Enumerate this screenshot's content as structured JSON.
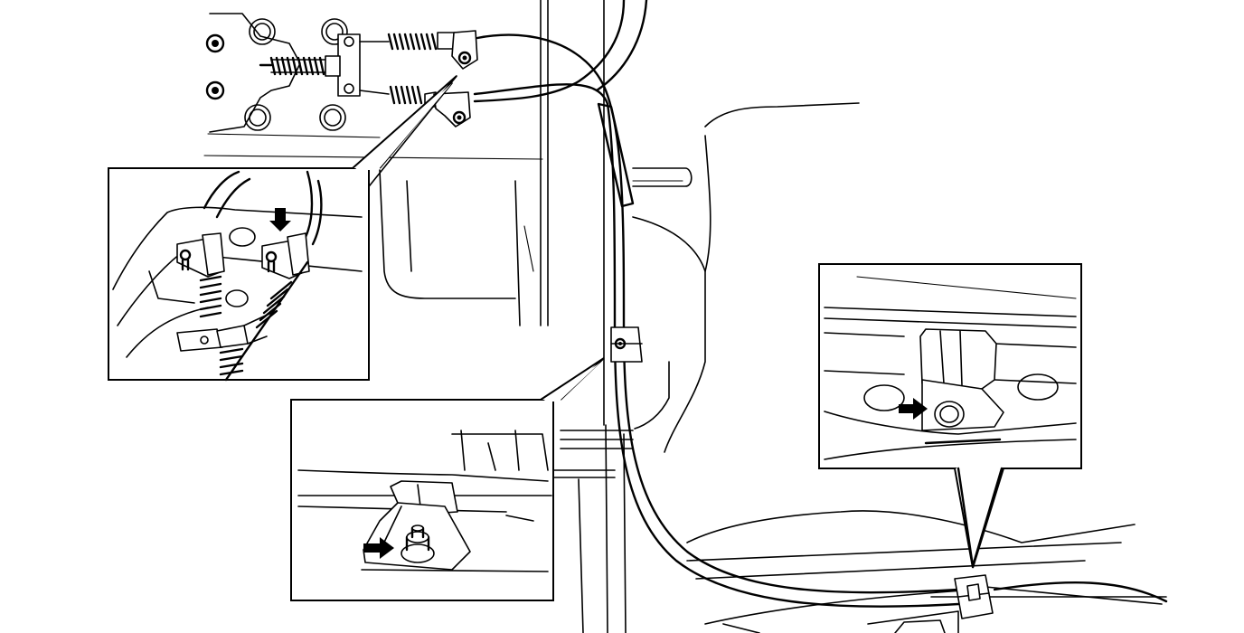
{
  "figure": {
    "kind": "parking brake cable routing line drawing",
    "icons": {
      "pointer_arrow": "arrow-right-icon",
      "pointer_arrow_down": "arrow-down-icon"
    },
    "colors": {
      "ink": "#000000",
      "paper": "#ffffff"
    },
    "insets": [
      {
        "id": "upper-left",
        "icon": "arrow-down-icon"
      },
      {
        "id": "lower-middle",
        "icon": "arrow-right-icon"
      },
      {
        "id": "right",
        "icon": "arrow-right-icon"
      }
    ]
  }
}
